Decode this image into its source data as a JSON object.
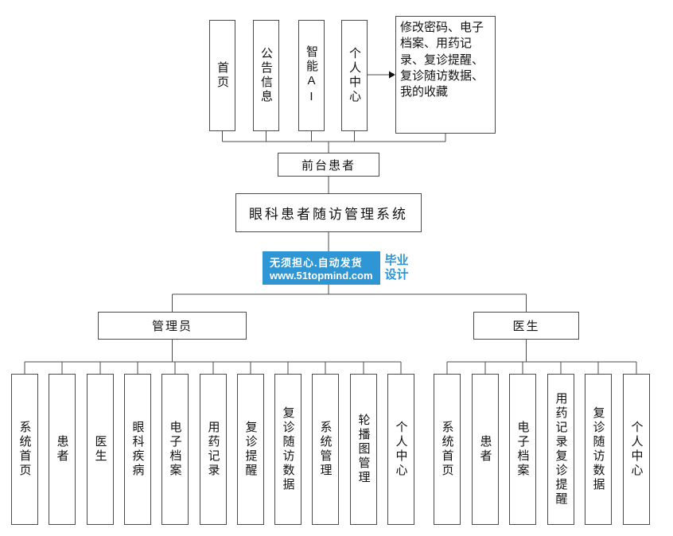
{
  "diagram": {
    "top_modules": [
      {
        "label": "首页"
      },
      {
        "label": "公告信息"
      },
      {
        "label": "智能AI"
      },
      {
        "label": "个人中心"
      }
    ],
    "personal_center_detail": "修改密码、电子档案、用药记录、复诊提醒、复诊随访数据、我的收藏",
    "front_role": "前台患者",
    "system_title": "眼科患者随访管理系统",
    "admin_role": "管理员",
    "doctor_role": "医生",
    "admin_modules": [
      "系统首页",
      "患者",
      "医生",
      "眼科疾病",
      "电子档案",
      "用药记录",
      "复诊提醒",
      "复诊随访数据",
      "系统管理",
      "轮播图管理",
      "个人中心"
    ],
    "doctor_modules": [
      "系统首页",
      "患者",
      "电子档案",
      "用药记录复诊提醒",
      "复诊随访数据",
      "个人中心"
    ]
  },
  "watermark": {
    "line1": "无须担心.自动发货",
    "line2": "www.51topmind.com",
    "side_line1": "毕业",
    "side_line2": "设计",
    "blue": "#2e96d4",
    "text_color": "#ffffff"
  },
  "colors": {
    "connector_line": "#4b4b4b",
    "box_border": "#4b4b4b",
    "background": "#ffffff"
  }
}
